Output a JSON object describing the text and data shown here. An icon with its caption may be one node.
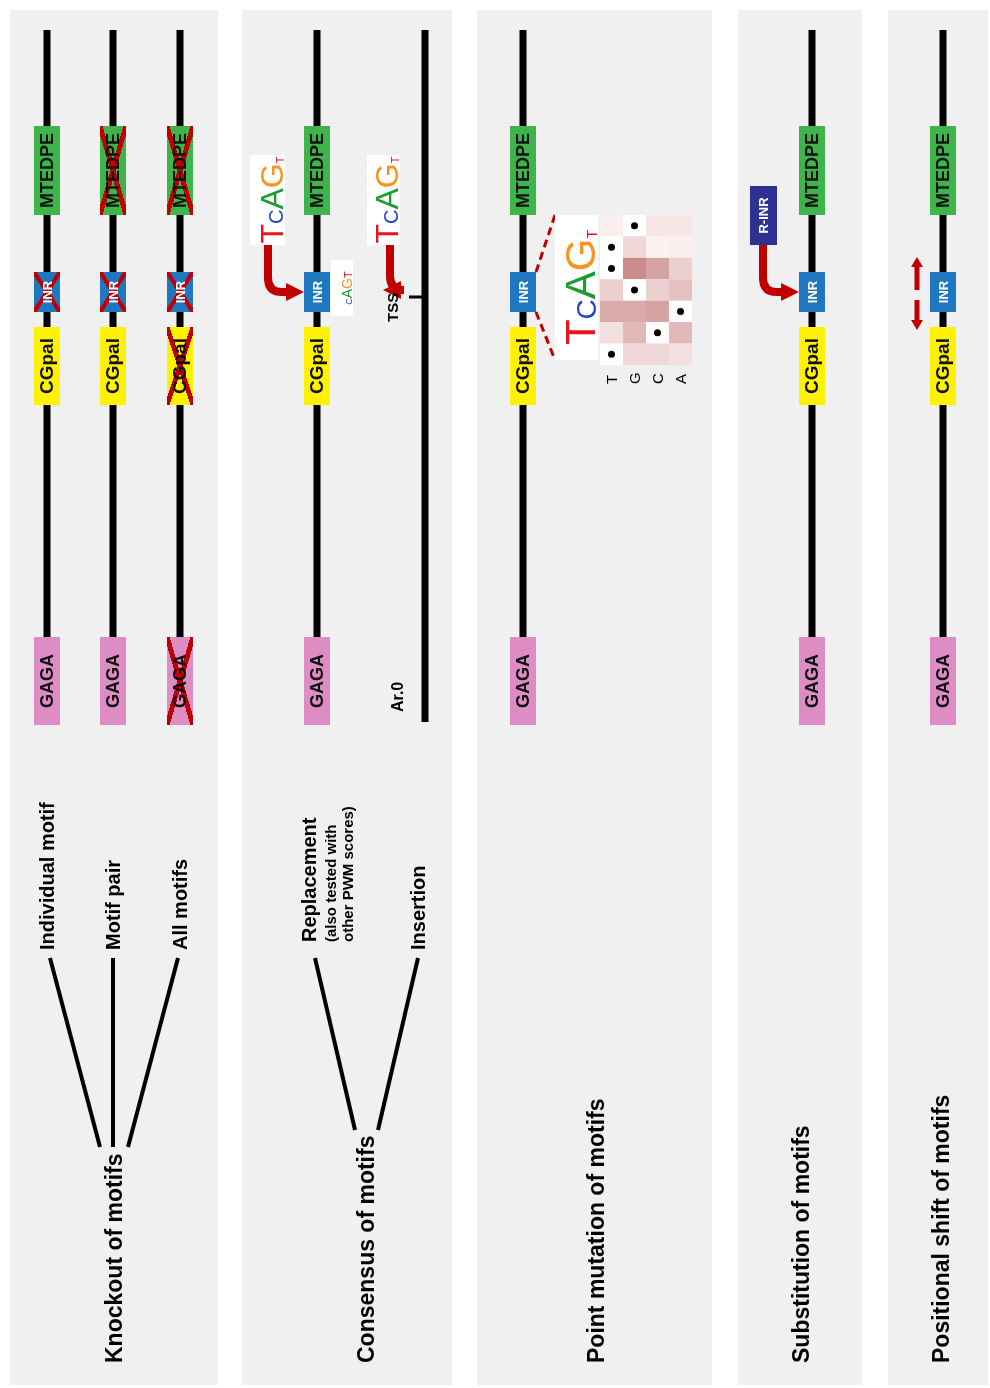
{
  "diagram": {
    "nodes": [
      {
        "text": [],
        "shape": "box"
      },
      {
        "text": [
          "Knockout of motifs"
        ],
        "in": 0
      },
      {
        "text": [
          "Individual motif"
        ],
        "in": 0
      },
      {
        "text": [
          "Motif pair"
        ],
        "in": 0
      },
      {
        "text": [
          "All motifs"
        ],
        "in": 0
      },
      {
        "text": [
          "GAGA"
        ],
        "in": 0
      },
      {
        "text": [
          "CGpal"
        ],
        "in": 0
      },
      {
        "text": [
          "INR"
        ],
        "in": 0
      },
      {
        "text": [
          "MTEDPE"
        ],
        "in": 0
      },
      {
        "text": [
          "GAGA"
        ],
        "in": 0
      },
      {
        "text": [
          "CGpal"
        ],
        "in": 0
      },
      {
        "text": [
          "INR"
        ],
        "in": 0
      },
      {
        "text": [
          "MTEDPE"
        ],
        "in": 0
      },
      {
        "text": [
          "GAGA"
        ],
        "in": 0
      },
      {
        "text": [
          "CGpal"
        ],
        "in": 0
      },
      {
        "text": [
          "INR"
        ],
        "in": 0
      },
      {
        "text": [
          "MTEDPE"
        ],
        "in": 0
      },
      {
        "text": [],
        "shape": "box"
      },
      {
        "text": [
          "Consensus of motifs"
        ],
        "in": 17
      },
      {
        "text": [
          "Replacement",
          "(also tested with other PWM scores)"
        ],
        "in": 17
      },
      {
        "text": [
          "Insertion"
        ],
        "in": 17
      },
      {
        "text": [
          "GAGA"
        ],
        "in": 17
      },
      {
        "text": [
          "CGpal"
        ],
        "in": 17
      },
      {
        "text": [
          "INR"
        ],
        "in": 17
      },
      {
        "text": [
          "MTEDPE"
        ],
        "in": 17
      },
      {
        "text": [
          "TCAGT"
        ],
        "in": 17
      },
      {
        "text": [
          "TCAGT"
        ],
        "in": 17
      },
      {
        "text": [],
        "shape": "box"
      },
      {
        "text": [
          "Point mutation of motifs"
        ],
        "in": 27
      },
      {
        "text": [
          "GAGA"
        ],
        "in": 27
      },
      {
        "text": [
          "CGpal"
        ],
        "in": 27
      },
      {
        "text": [
          "INR"
        ],
        "in": 27
      },
      {
        "text": [
          "MTEDPE"
        ],
        "in": 27
      },
      {
        "text": [
          "TCAGT"
        ],
        "in": 27
      },
      {
        "text": [],
        "shape": "box"
      },
      {
        "text": [
          "Substitution of motifs"
        ],
        "in": 34
      },
      {
        "text": [
          "GAGA"
        ],
        "in": 34
      },
      {
        "text": [
          "CGpal"
        ],
        "in": 34
      },
      {
        "text": [
          "INR"
        ],
        "in": 34
      },
      {
        "text": [
          "MTEDPE"
        ],
        "in": 34
      },
      {
        "text": [
          "R-INR"
        ],
        "in": 34
      },
      {
        "text": [],
        "shape": "box"
      },
      {
        "text": [
          "Positional shift of motifs"
        ],
        "in": 41
      },
      {
        "text": [
          "GAGA"
        ],
        "in": 41
      },
      {
        "text": [
          "CGpal"
        ],
        "in": 41
      },
      {
        "text": [
          "INR"
        ],
        "in": 41
      },
      {
        "text": [
          "MTEDPE"
        ],
        "in": 41
      },
      {
        "text": [
          "TSS"
        ],
        "in": 17
      }
    ],
    "edges": [
      {
        "from": 1,
        "to": 2,
        "arrow": "none"
      },
      {
        "from": 1,
        "to": 3,
        "arrow": "none"
      },
      {
        "from": 1,
        "to": 4,
        "arrow": "none"
      },
      {
        "from": 18,
        "to": 19,
        "arrow": "none"
      },
      {
        "from": 18,
        "to": 20,
        "arrow": "none"
      },
      {
        "from": 25,
        "to": 23,
        "arrow": "to",
        "style": "thick",
        "color": "#c00000"
      },
      {
        "from": 26,
        "to": 47,
        "arrow": "to",
        "style": "thick",
        "color": "#c00000"
      },
      {
        "from": 31,
        "to": 33,
        "arrow": "none",
        "style": "dashed",
        "color": "#c00000"
      },
      {
        "from": 31,
        "to": 33,
        "arrow": "none",
        "style": "dashed",
        "color": "#c00000"
      },
      {
        "from": 40,
        "to": 38,
        "arrow": "to",
        "style": "thick",
        "color": "#c00000"
      }
    ],
    "labels": [
      "CAGT",
      "Ar.0",
      "T",
      "G",
      "C",
      "A"
    ]
  }
}
